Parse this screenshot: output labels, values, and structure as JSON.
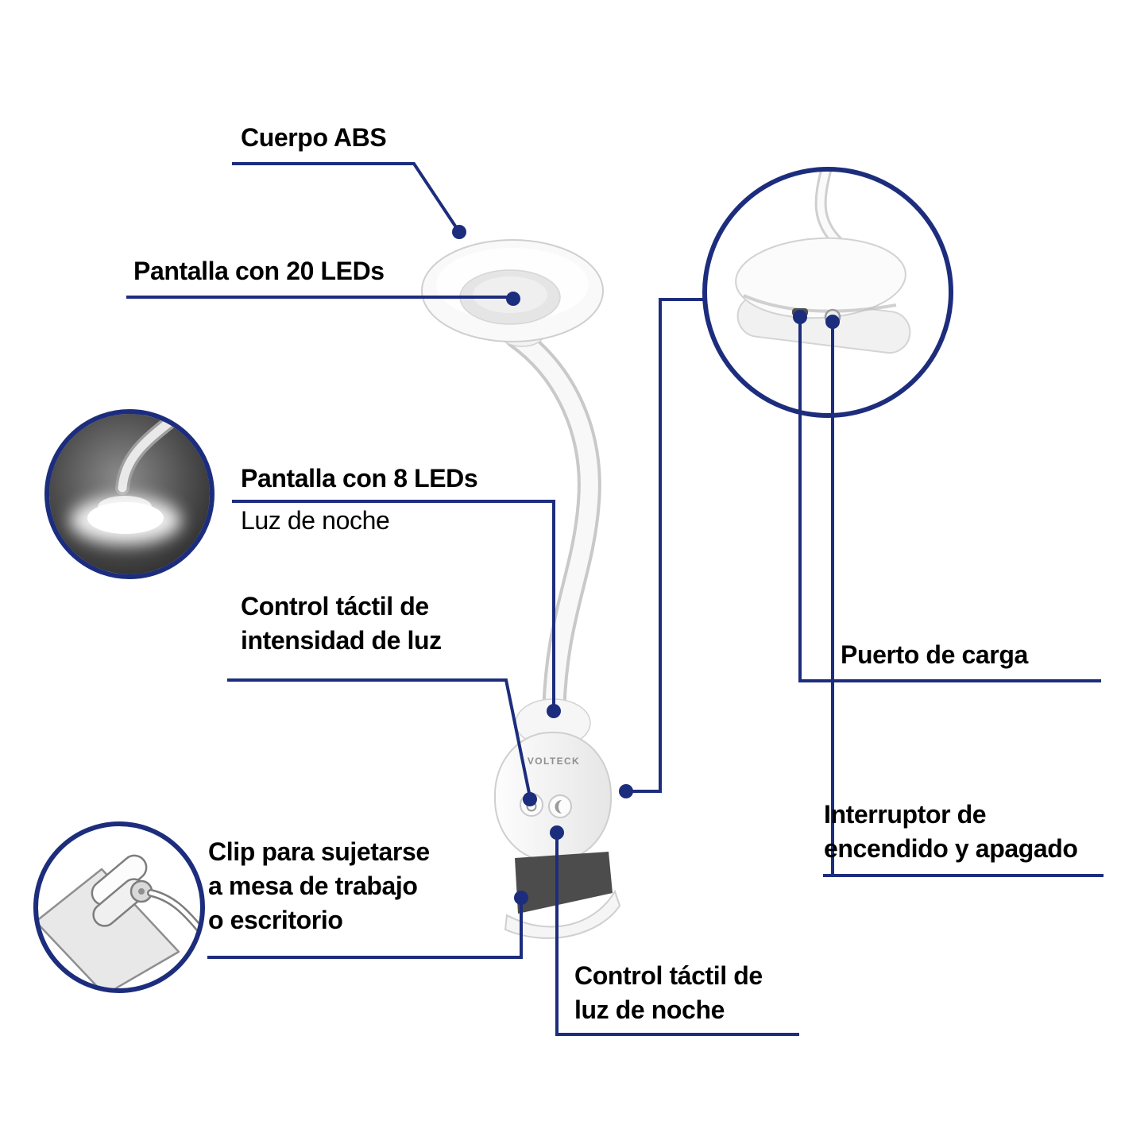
{
  "colors": {
    "callout": "#1d2d7d",
    "text": "#000000"
  },
  "brand": {
    "name": "VOLTECK"
  },
  "callouts": {
    "cuerpo_abs": {
      "text": "Cuerpo ABS"
    },
    "pantalla_20": {
      "text": "Pantalla con 20 LEDs"
    },
    "pantalla_8": {
      "title": "Pantalla con 8 LEDs",
      "subtitle": "Luz de noche"
    },
    "control_intensidad": {
      "line1": "Control táctil de",
      "line2": "intensidad de luz"
    },
    "clip": {
      "line1": "Clip para sujetarse",
      "line2": "a mesa de trabajo",
      "line3": "o escritorio"
    },
    "control_noche": {
      "line1": "Control táctil de",
      "line2": "luz de noche"
    },
    "puerto": {
      "text": "Puerto de carga"
    },
    "interruptor": {
      "line1": "Interruptor de",
      "line2": "encendido y apagado"
    }
  },
  "icons": {
    "power_button": "power-icon",
    "night_light_button": "moon-icon",
    "charging_port": "charging-port",
    "power_switch": "power-switch"
  }
}
